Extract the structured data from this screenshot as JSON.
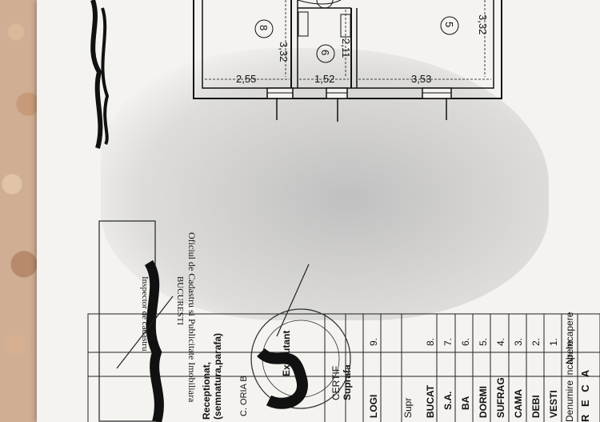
{
  "plan": {
    "dims": [
      "3,32",
      "2,11",
      "3,32",
      "2,55",
      "1,52",
      "3,53"
    ],
    "room_numbers": [
      "8",
      "6",
      "5"
    ]
  },
  "stamp": {
    "line1": "Oficiul de Cadastru si Publicitate Imobiliara",
    "line2": "BUCURESTI",
    "line3": "Inspector de cadastru"
  },
  "table": {
    "title": "R E C A",
    "header": [
      "Nr. Incapere",
      "Denumire Incapere"
    ],
    "rows": [
      {
        "nr": "1.",
        "name": "VESTI"
      },
      {
        "nr": "2.",
        "name": "DEBI"
      },
      {
        "nr": "3.",
        "name": "CAMA"
      },
      {
        "nr": "4.",
        "name": "SUFRAG"
      },
      {
        "nr": "5.",
        "name": "DORMI"
      },
      {
        "nr": "6.",
        "name": "BA"
      },
      {
        "nr": "7.",
        "name": "S.A."
      },
      {
        "nr": "8.",
        "name": "BUCAT"
      },
      {
        "nr": "9.",
        "name": "LOGI"
      }
    ],
    "supr": "Supr"
  },
  "left_labels": [
    "Receptionat,",
    "(semnatura,parafa)",
    "Executant",
    "CERTIF",
    "Suprafa"
  ],
  "seal_text": "C. ORIA B"
}
